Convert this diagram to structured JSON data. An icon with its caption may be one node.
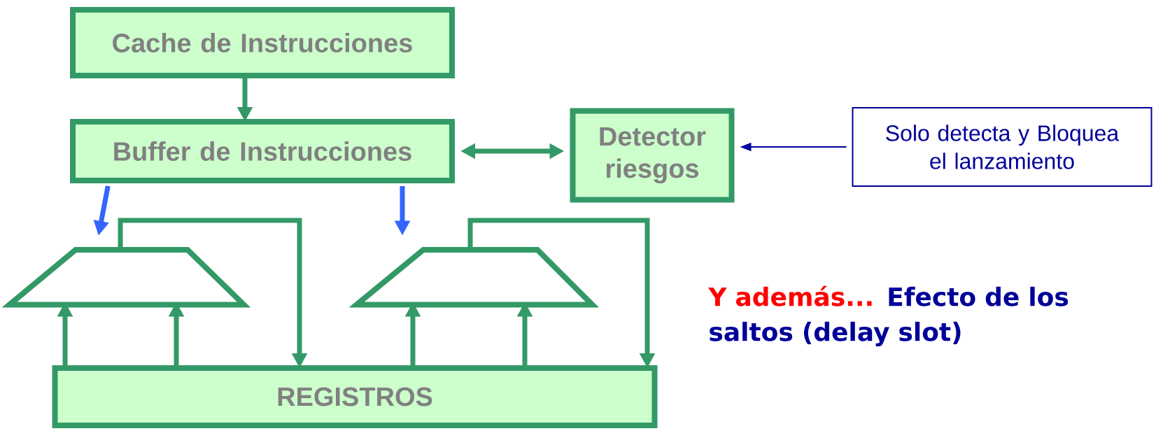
{
  "diagram": {
    "nodes": [
      {
        "text": [
          "Cache de Instrucciones"
        ]
      },
      {
        "text": [
          "Buffer de Instrucciones"
        ]
      },
      {
        "text": [
          "Detector riesgos"
        ]
      },
      {
        "text": [
          "Solo detecta y Bloquea el lanzamiento"
        ]
      },
      {
        "text": [],
        "shape": "trapezoid"
      },
      {
        "text": [],
        "shape": "trapezoid"
      },
      {
        "text": [
          "REGISTROS"
        ]
      }
    ],
    "edges": [
      {
        "from": 0,
        "to": 1,
        "arrow": "to"
      },
      {
        "from": 1,
        "to": 2,
        "arrow": "both"
      },
      {
        "from": 3,
        "to": 2,
        "arrow": "to",
        "color": "#000099"
      },
      {
        "from": 1,
        "to": 4,
        "arrow": "to",
        "color": "#3366ff"
      },
      {
        "from": 1,
        "to": 5,
        "arrow": "to",
        "color": "#3366ff"
      },
      {
        "from": 6,
        "to": 4,
        "arrow": "to"
      },
      {
        "from": 6,
        "to": 4,
        "arrow": "to"
      },
      {
        "from": 6,
        "to": 5,
        "arrow": "to"
      },
      {
        "from": 6,
        "to": 5,
        "arrow": "to"
      },
      {
        "from": 4,
        "to": 6,
        "arrow": "to"
      },
      {
        "from": 5,
        "to": 6,
        "arrow": "to"
      }
    ],
    "labels": [
      "Y además...",
      "Efecto de los saltos (delay slot)"
    ]
  }
}
